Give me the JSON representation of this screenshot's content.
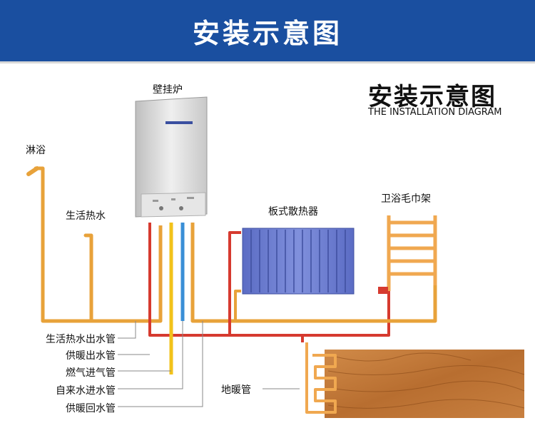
{
  "header": {
    "title": "安装示意图"
  },
  "diagram_title": {
    "title": "安装示意图",
    "subtitle": "THE INSTALLATION DIAGRAM"
  },
  "components": {
    "boiler": "壁挂炉",
    "shower": "淋浴",
    "hot_water": "生活热水",
    "radiator": "板式散热器",
    "towel_rack": "卫浴毛巾架",
    "floor_heating": "地暖管"
  },
  "pipe_legend": [
    "生活热水出水管",
    "供暖出水管",
    "燃气进气管",
    "自来水进水管",
    "供暖回水管"
  ],
  "colors": {
    "header_bg": "#1a4fa0",
    "hot_water_pipe": "#e8a23a",
    "heating_pipe": "#d63a2f",
    "gas_pipe": "#f2c21a",
    "cold_water_pipe": "#3a8fd6",
    "radiator": "#6f7fd0",
    "towel_rack": "#f0a850",
    "wood": "#c27a3c"
  }
}
